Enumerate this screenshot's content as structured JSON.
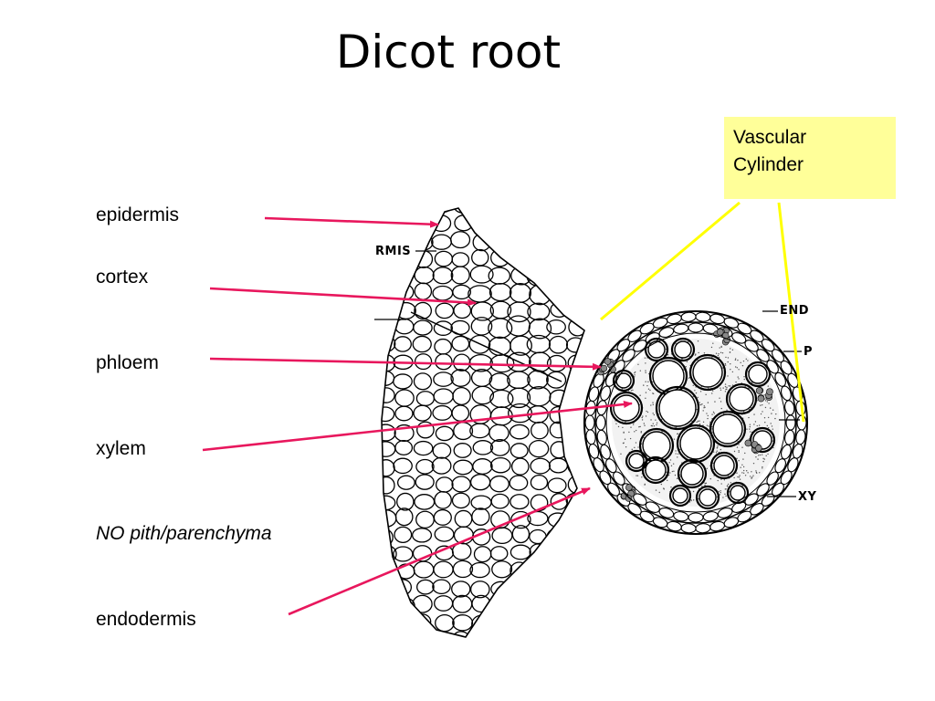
{
  "title": "Dicot root",
  "labels": {
    "epidermis": "epidermis",
    "cortex": "cortex",
    "phloem": "phloem",
    "xylem": "xylem",
    "no_pith": "NO pith/parenchyma",
    "endodermis": "endodermis"
  },
  "callout": {
    "line1": "Vascular",
    "line2": "Cylinder"
  },
  "figure_labels": {
    "rmis": "RMIS",
    "end": "END",
    "p": "P",
    "xy": "XY"
  },
  "colors": {
    "arrow": "#e8175d",
    "callout_line": "#ffff00",
    "callout_box": "#ffff99"
  }
}
